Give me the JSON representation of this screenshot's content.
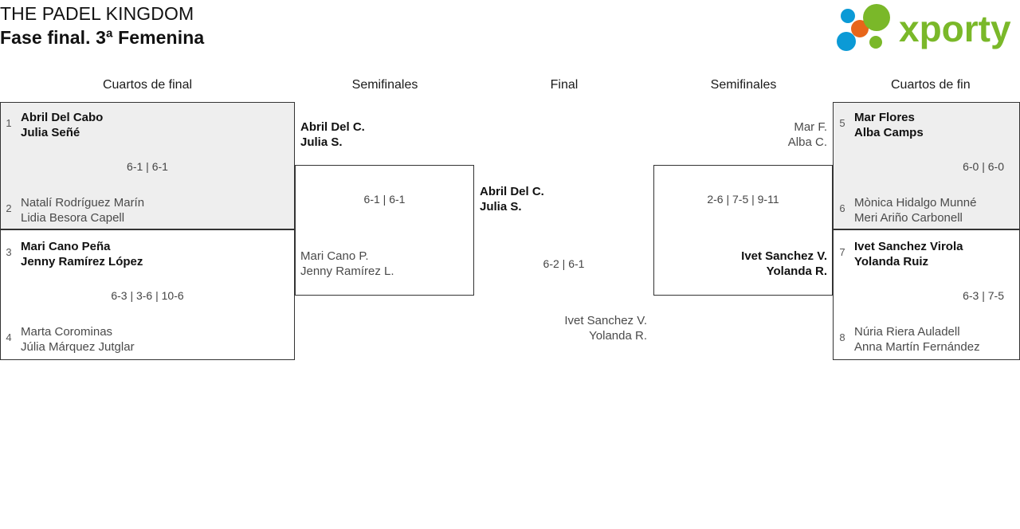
{
  "header": {
    "tournament": "THE PADEL KINGDOM",
    "phase": "Fase final. 3ª Femenina",
    "logo": {
      "wordmark": "xporty",
      "colors": {
        "green": "#7ab829",
        "blue": "#0b9ad6",
        "orange": "#e8661a"
      }
    }
  },
  "rounds": {
    "qf_left": "Cuartos de final",
    "sf_left": "Semifinales",
    "final": "Final",
    "sf_right": "Semifinales",
    "qf_right": "Cuartos de fin"
  },
  "bracket": {
    "qf1": {
      "seed_top": "1",
      "top": {
        "p1": "Abril Del Cabo",
        "p2": "Julia Señé",
        "winner": true
      },
      "seed_bottom": "2",
      "bottom": {
        "p1": "Natalí Rodríguez Marín",
        "p2": "Lidia Besora Capell",
        "winner": false
      },
      "score": "6-1 | 6-1"
    },
    "qf2": {
      "seed_top": "3",
      "top": {
        "p1": "Mari Cano Peña",
        "p2": "Jenny Ramírez López",
        "winner": true
      },
      "seed_bottom": "4",
      "bottom": {
        "p1": "Marta Corominas",
        "p2": "Júlia Márquez Jutglar",
        "winner": false
      },
      "score": "6-3 | 3-6 | 10-6"
    },
    "qf3": {
      "seed_top": "5",
      "top": {
        "p1": "Mar Flores",
        "p2": "Alba Camps",
        "winner": true
      },
      "seed_bottom": "6",
      "bottom": {
        "p1": "Mònica Hidalgo Munné",
        "p2": "Meri Ariño Carbonell",
        "winner": false
      },
      "score": "6-0 | 6-0"
    },
    "qf4": {
      "seed_top": "7",
      "top": {
        "p1": "Ivet Sanchez Virola",
        "p2": "Yolanda Ruiz",
        "winner": true
      },
      "seed_bottom": "8",
      "bottom": {
        "p1": "Núria Riera Auladell",
        "p2": "Anna Martín Fernández",
        "winner": false
      },
      "score": "6-3 | 7-5"
    },
    "sf_left": {
      "top": {
        "p1": "Abril Del C.",
        "p2": "Julia S.",
        "winner": true
      },
      "bottom": {
        "p1": "Mari Cano P.",
        "p2": "Jenny Ramírez L.",
        "winner": false
      },
      "score": "6-1 | 6-1"
    },
    "sf_right": {
      "top": {
        "p1": "Mar F.",
        "p2": "Alba C.",
        "winner": false
      },
      "bottom": {
        "p1": "Ivet Sanchez V.",
        "p2": "Yolanda R.",
        "winner": true
      },
      "score": "2-6 | 7-5 | 9-11"
    },
    "final": {
      "top": {
        "p1": "Abril Del C.",
        "p2": "Julia S.",
        "winner": true
      },
      "bottom": {
        "p1": "Ivet Sanchez V.",
        "p2": "Yolanda R.",
        "winner": false
      },
      "score": "6-2 | 6-1"
    }
  }
}
